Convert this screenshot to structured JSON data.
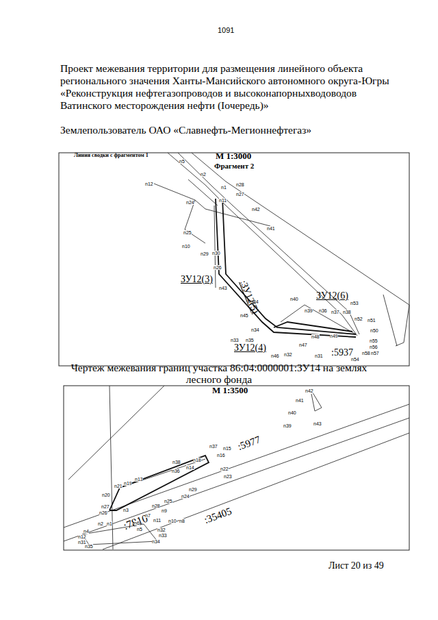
{
  "diagram": {
    "title": "Проект межевания территории для размещения линейного объекта регионального значения Ханты-Мансийского автономного округа-Югры «Реконструкция нефтегазопроводов и высоконапорныхводоводов Ватинского месторождения нефти (Iочередь)»",
    "labels": [
      "1091",
      "Землепользователь ОАО «Славнефть-Мегионнефтегаз»",
      "Линия сводки с фрагментом 1",
      "М 1:3000",
      "Фрагмент 2",
      "n5",
      "n2",
      "n1",
      "n11",
      "n12",
      "n28",
      "n27",
      "n24",
      "n42",
      "n41",
      "n25",
      "n10",
      "n29",
      "n30",
      "n26",
      "n43",
      "n40",
      "n53",
      "n39",
      "n36",
      "n37",
      "n38",
      "n52",
      "n51",
      "n50",
      "n44",
      "n45",
      "n34",
      "n33",
      "n35",
      "n48",
      "n49",
      "n47",
      "n32",
      "n31",
      "n46",
      "n54",
      "n55",
      "n56",
      "n58",
      "n57",
      "ЗУ12(3)",
      ":ЗУ12(5)",
      "ЗУ12(6)",
      "ЗУ12(4)",
      ":5937",
      "Чертеж межевания границ участка 86:04:0000001:ЗУ14 на землях лесного фонда",
      "М 1:3500",
      "n42",
      "n41",
      "n40",
      "n39",
      "n43",
      ":5977",
      "n37",
      "n15",
      "n16",
      "n38",
      "n18",
      "n14",
      "n36",
      "n22",
      "n23",
      "n19",
      "n13",
      "n21",
      "n20",
      "n27",
      "n26",
      "n29",
      "n24",
      "n25",
      "n28",
      "n3",
      "n2",
      "n1",
      ":7810",
      "n9",
      "n7",
      "n11",
      "n10",
      "n8",
      "n6",
      "n5",
      "n32",
      "n33",
      "n34",
      "n4",
      "n12",
      "n31",
      "n35",
      ":35405",
      "Лист 20 из 49"
    ]
  }
}
